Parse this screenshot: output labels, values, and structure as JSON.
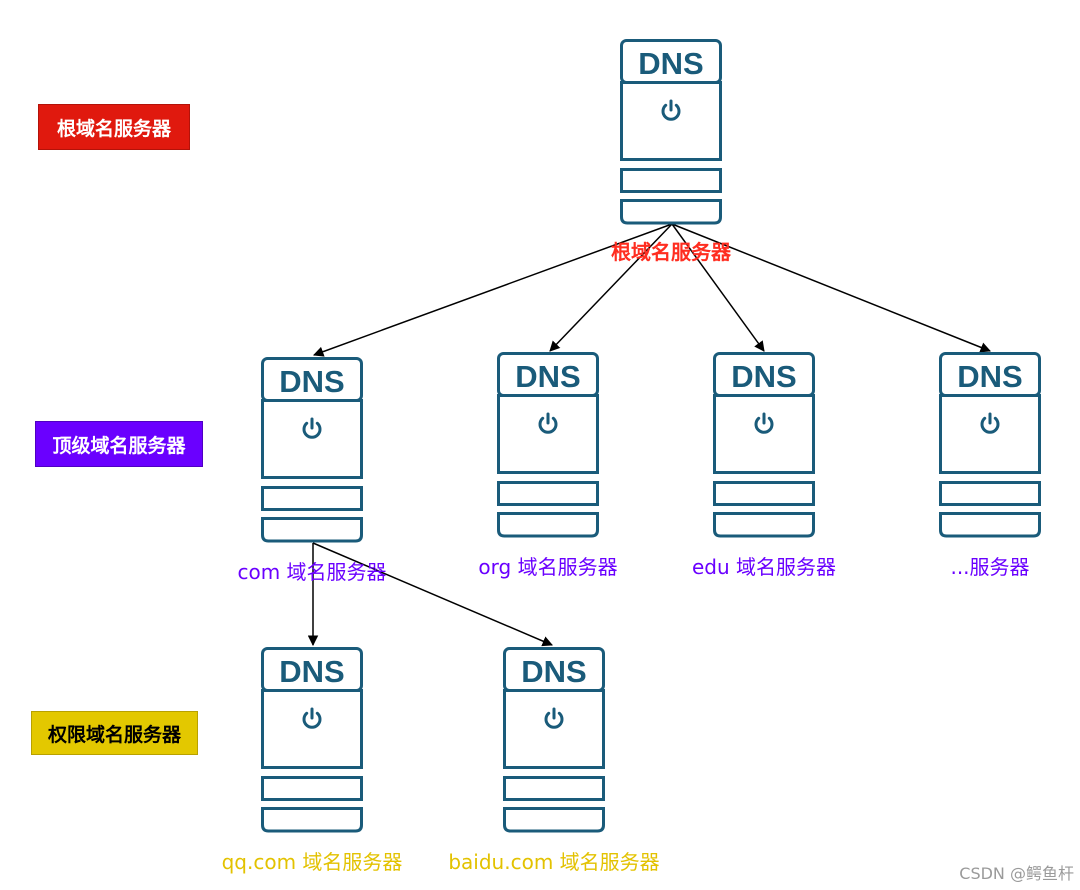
{
  "legend": {
    "root": "根域名服务器",
    "tld": "顶级域名服务器",
    "authoritative": "权限域名服务器"
  },
  "server_icon_text": "DNS",
  "nodes": {
    "root": "根域名服务器",
    "com": "com 域名服务器",
    "org": "org 域名服务器",
    "edu": "edu 域名服务器",
    "etc": "...服务器",
    "qq": "qq.com 域名服务器",
    "baidu": "baidu.com 域名服务器"
  },
  "edges": [
    [
      "root",
      "com"
    ],
    [
      "root",
      "org"
    ],
    [
      "root",
      "edu"
    ],
    [
      "root",
      "etc"
    ],
    [
      "com",
      "qq"
    ],
    [
      "com",
      "baidu"
    ]
  ],
  "colors": {
    "server": "#1a5b7a",
    "root_label": "#ff2d20",
    "tld_label": "#6a00ff",
    "auth_label": "#e3c200",
    "root_legend_bg": "#e0190e",
    "tld_legend_bg": "#6a00ff",
    "auth_legend_bg": "#e3c800"
  },
  "watermark": "CSDN @鳄鱼杆"
}
